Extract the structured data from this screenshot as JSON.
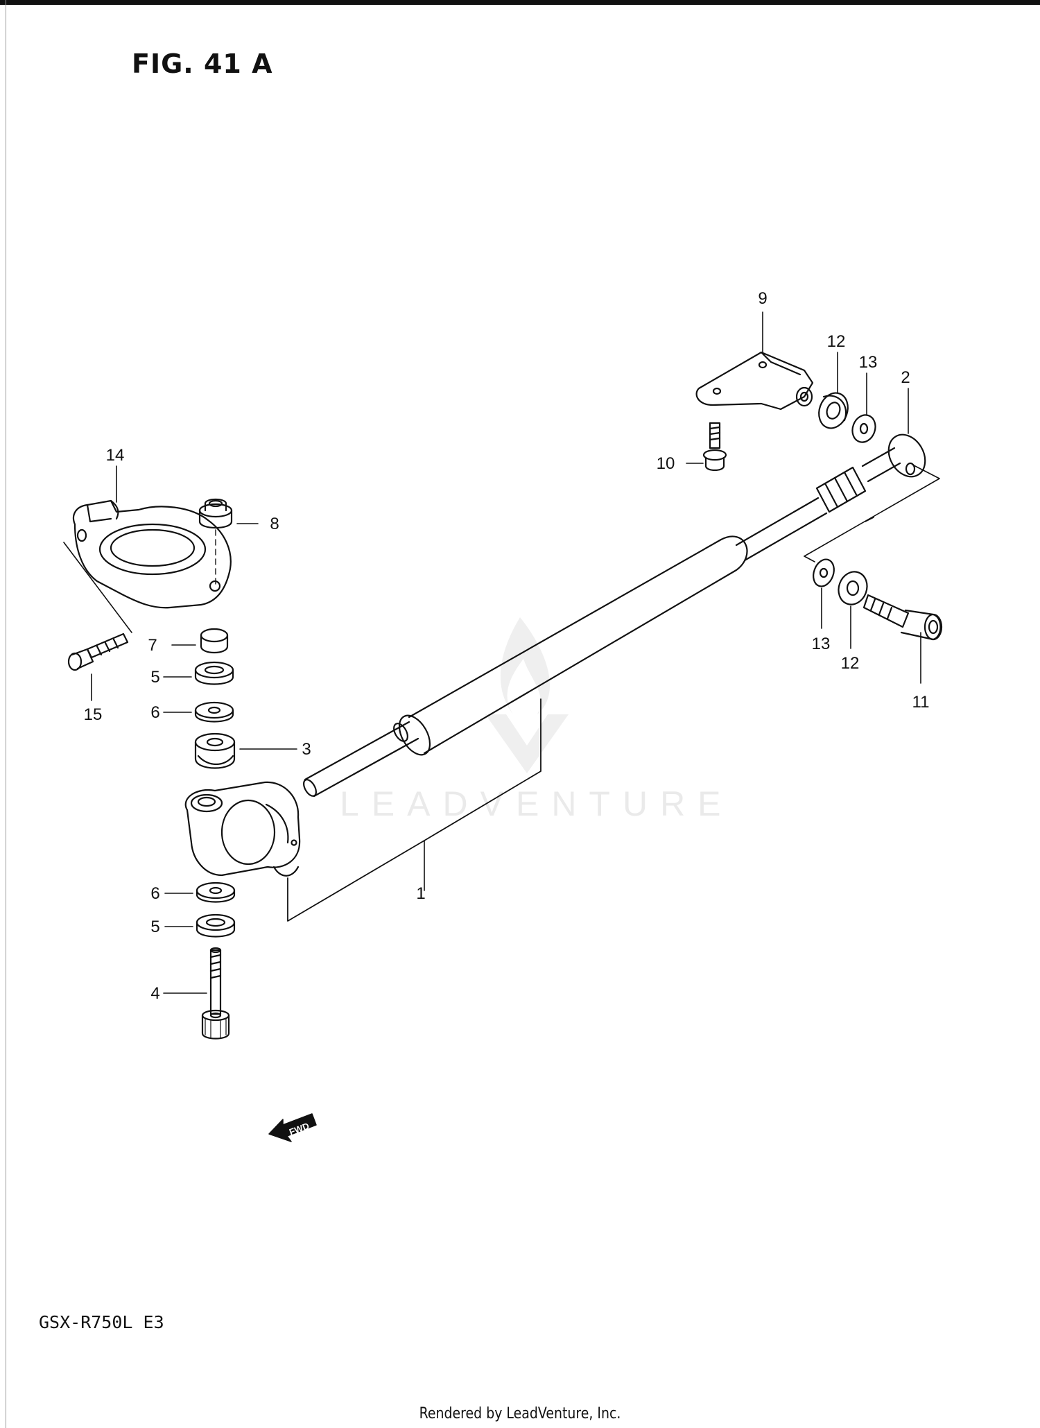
{
  "figure": {
    "title": "FIG. 41 A",
    "model": "GSX-R750L  E3",
    "credit": "Rendered by LeadVenture, Inc.",
    "watermark": "LEADVENTURE",
    "fwd_label": "FWD"
  },
  "callouts": {
    "c1": "1",
    "c2": "2",
    "c3": "3",
    "c4": "4",
    "c5a": "5",
    "c5b": "5",
    "c6a": "6",
    "c6b": "6",
    "c7": "7",
    "c8": "8",
    "c9": "9",
    "c10": "10",
    "c11": "11",
    "c12a": "12",
    "c12b": "12",
    "c13a": "13",
    "c13b": "13",
    "c14": "14",
    "c15": "15"
  },
  "colors": {
    "ink": "#111111",
    "background": "#ffffff"
  }
}
